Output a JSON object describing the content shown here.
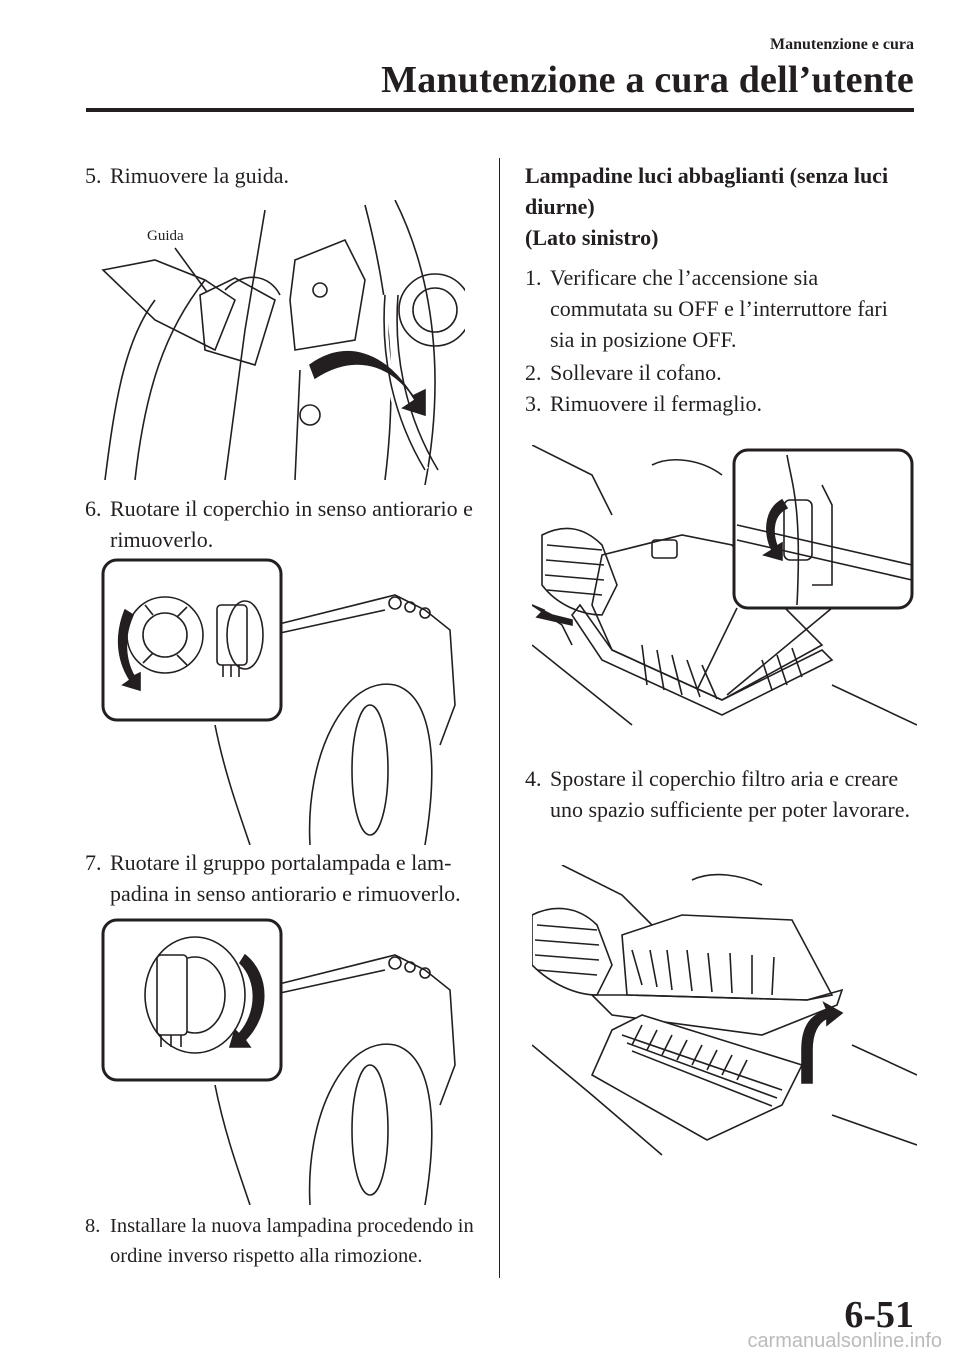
{
  "header": {
    "section": "Manutenzione e cura",
    "title": "Manutenzione a cura dell’utente"
  },
  "left_column": {
    "step5": {
      "num": "5.",
      "text": "Rimuovere la guida."
    },
    "fig1_label": "Guida",
    "step6": {
      "num": "6.",
      "text": "Ruotare il coperchio in senso antiorario e rimuoverlo."
    },
    "step7": {
      "num": "7.",
      "text": "Ruotare il gruppo portalampada e lam-padina in senso antiorario e rimuoverlo."
    },
    "step8": {
      "num": "8.",
      "text": "Installare la nuova lampadina procedendo in ordine inverso rispetto alla rimozione."
    }
  },
  "right_column": {
    "heading": "Lampadine luci abbaglianti (senza luci diurne)",
    "subheading": "(Lato sinistro)",
    "step1": {
      "num": "1.",
      "text": "Verificare che l’accensione sia commutata su OFF e l’interruttore fari sia in posizione OFF."
    },
    "step2": {
      "num": "2.",
      "text": "Sollevare il cofano."
    },
    "step3": {
      "num": "3.",
      "text": "Rimuovere il fermaglio."
    },
    "step4": {
      "num": "4.",
      "text": "Spostare il coperchio filtro aria e creare uno spazio sufficiente per poter lavorare."
    }
  },
  "footer": {
    "page_number": "6-51",
    "watermark": "carmanualsonline.info"
  }
}
